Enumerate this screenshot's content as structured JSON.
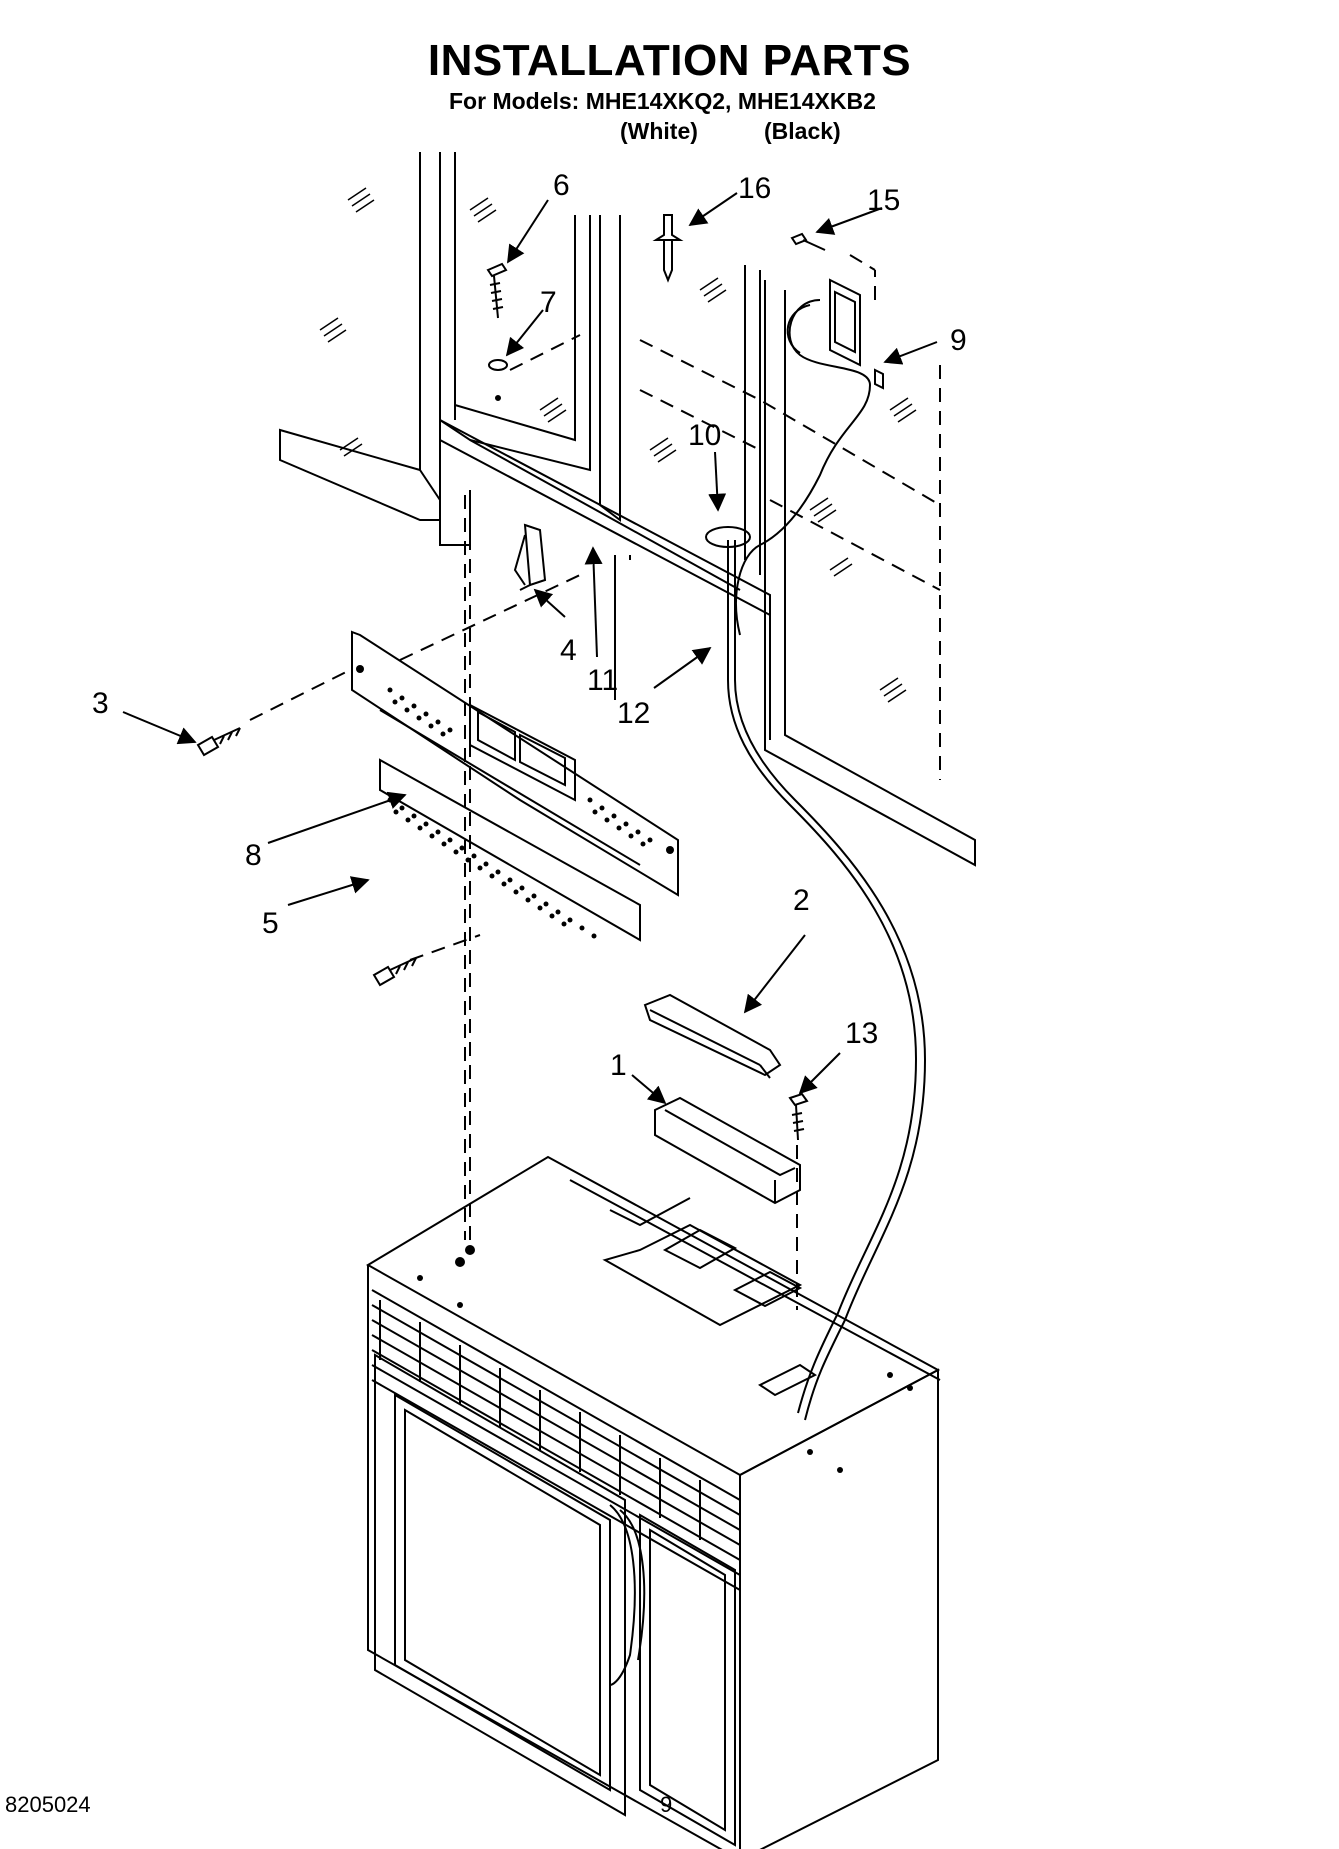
{
  "header": {
    "title": "INSTALLATION PARTS",
    "subtitle": "For Models: MHE14XKQ2, MHE14XKB2",
    "variant_white": "(White)",
    "variant_black": "(Black)"
  },
  "callouts": [
    {
      "id": "1",
      "label": "1"
    },
    {
      "id": "2",
      "label": "2"
    },
    {
      "id": "3",
      "label": "3"
    },
    {
      "id": "4",
      "label": "4"
    },
    {
      "id": "5",
      "label": "5"
    },
    {
      "id": "6",
      "label": "6"
    },
    {
      "id": "7",
      "label": "7"
    },
    {
      "id": "8",
      "label": "8"
    },
    {
      "id": "9",
      "label": "9"
    },
    {
      "id": "10",
      "label": "10"
    },
    {
      "id": "11",
      "label": "11"
    },
    {
      "id": "12",
      "label": "12"
    },
    {
      "id": "13",
      "label": "13"
    },
    {
      "id": "15",
      "label": "15"
    },
    {
      "id": "16",
      "label": "16"
    }
  ],
  "footer": {
    "doc_number": "8205024",
    "page_number": "9"
  }
}
